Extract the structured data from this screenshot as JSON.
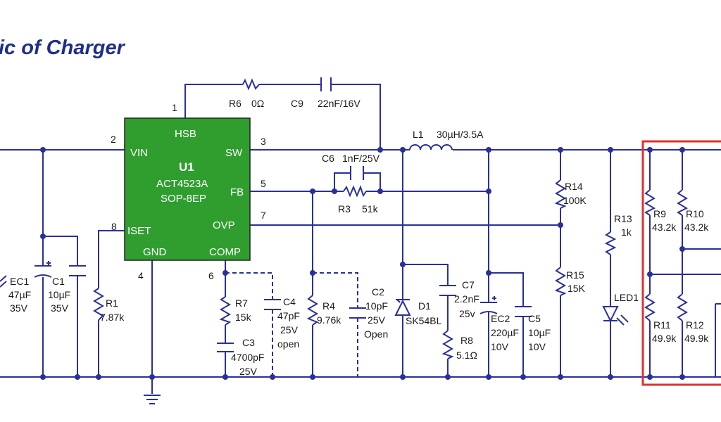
{
  "title": "ic of Charger",
  "ic": {
    "ref": "U1",
    "part": "ACT4523A",
    "package": "SOP-8EP",
    "pins": {
      "hsb": "HSB",
      "vin": "VIN",
      "sw": "SW",
      "fb": "FB",
      "iset": "ISET",
      "ovp": "OVP",
      "gnd": "GND",
      "comp": "COMP"
    },
    "pin_numbers": {
      "hsb": "1",
      "vin": "2",
      "sw": "3",
      "fb": "5",
      "ovp": "7",
      "iset": "8",
      "gnd": "4",
      "comp": "6"
    }
  },
  "components": {
    "r6": {
      "ref": "R6",
      "value": "0Ω"
    },
    "c9": {
      "ref": "C9",
      "value": "22nF/16V"
    },
    "l1": {
      "ref": "L1",
      "value": "30µH/3.5A"
    },
    "c6": {
      "ref": "C6",
      "value": "1nF/25V"
    },
    "r3": {
      "ref": "R3",
      "value": "51k"
    },
    "r14": {
      "ref": "R14",
      "value": "100K"
    },
    "r13": {
      "ref": "R13",
      "value": "1k"
    },
    "r15": {
      "ref": "R15",
      "value": "15K"
    },
    "led1": {
      "ref": "LED1"
    },
    "r9": {
      "ref": "R9",
      "value": "43.2k"
    },
    "r10": {
      "ref": "R10",
      "value": "43.2k"
    },
    "r11": {
      "ref": "R11",
      "value": "49.9k"
    },
    "r12": {
      "ref": "R12",
      "value": "49.9k"
    },
    "ec1": {
      "ref": "EC1",
      "value": "47µF",
      "voltage": "35V"
    },
    "c1": {
      "ref": "C1",
      "value": "10µF",
      "voltage": "35V"
    },
    "r1": {
      "ref": "R1",
      "value": "7.87k"
    },
    "r7": {
      "ref": "R7",
      "value": "15k"
    },
    "c3": {
      "ref": "C3",
      "value": "4700pF",
      "voltage": "25V"
    },
    "c4": {
      "ref": "C4",
      "value": "47pF",
      "voltage": "25V",
      "note": "open"
    },
    "r4": {
      "ref": "R4",
      "value": "9.76k"
    },
    "c2": {
      "ref": "C2",
      "value": "10pF",
      "voltage": "25V",
      "note": "Open"
    },
    "d1": {
      "ref": "D1",
      "value": "SK54BL"
    },
    "c7": {
      "ref": "C7",
      "value": "2.2nF",
      "voltage": "25v"
    },
    "r8": {
      "ref": "R8",
      "value": "5.1Ω"
    },
    "ec2": {
      "ref": "EC2",
      "value": "220µF",
      "voltage": "10V"
    },
    "c5": {
      "ref": "C5",
      "value": "10µF",
      "voltage": "10V"
    }
  },
  "colors": {
    "wire": "#2a2f9e",
    "ic_fill": "#2f9e2f",
    "title": "#1f2e8c",
    "highlight": "#e03030"
  }
}
